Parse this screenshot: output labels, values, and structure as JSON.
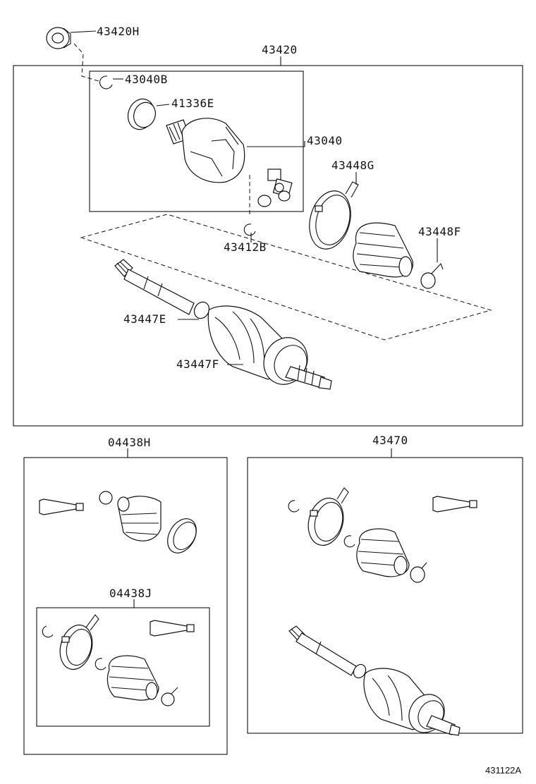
{
  "labels": {
    "l_43420H": "43420H",
    "l_43420": "43420",
    "l_43040B": "43040B",
    "l_41336E": "41336E",
    "l_43040": "43040",
    "l_43448G": "43448G",
    "l_43448F": "43448F",
    "l_43412B": "43412B",
    "l_43447E": "43447E",
    "l_43447F": "43447F",
    "l_04438H": "04438H",
    "l_43470": "43470",
    "l_04438J": "04438J"
  },
  "diagram_id": "431122A"
}
